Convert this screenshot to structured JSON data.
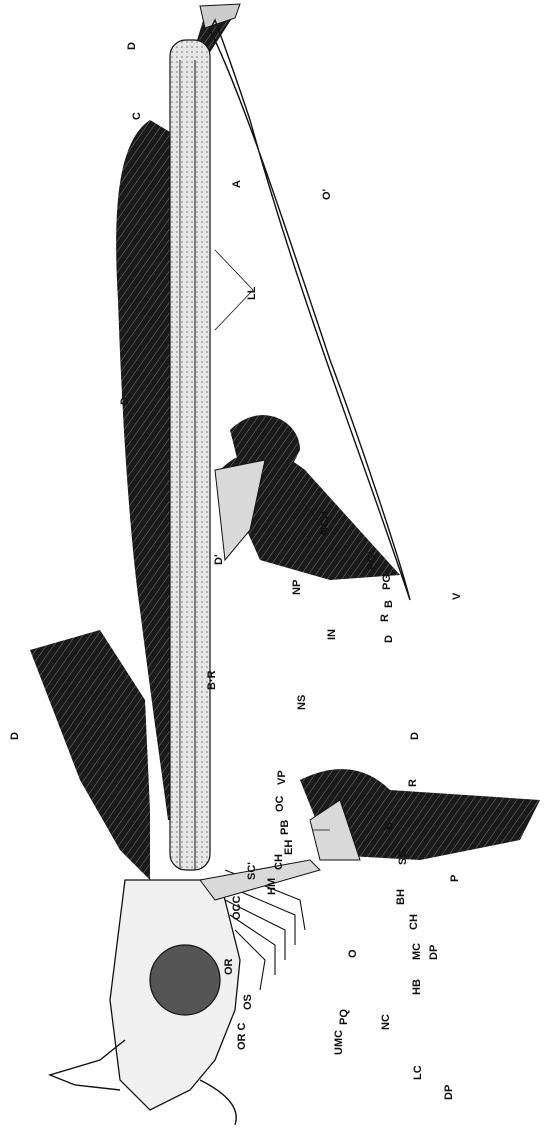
{
  "labels": {
    "D_top": "D",
    "C": "C",
    "A": "A",
    "O_prime": "O'",
    "LL": "LL",
    "D_mid": "D",
    "D_prime": "D'",
    "BR": "B·R",
    "D_left": "D",
    "PG_prime": "PG'",
    "PG": "PG",
    "B_pelvic": "B",
    "R_pelvic": "R",
    "D_pelvic": "D",
    "V": "V",
    "NCH": "NCH",
    "NP": "NP",
    "IN": "IN",
    "NS": "NS",
    "VP": "VP",
    "OC": "OC",
    "PB": "PB",
    "EH": "EH",
    "CH_upper": "CH",
    "HM": "HM",
    "SC_prime": "SC'",
    "OCC": "OCC",
    "OR": "OR",
    "OS": "OS",
    "OR_C": "OR C",
    "UMC": "UMC",
    "NC": "NC",
    "LC": "LC",
    "DP_lower": "DP",
    "PQ": "PQ",
    "DP": "DP",
    "MC": "MC",
    "HB": "HB",
    "CH_lower": "CH",
    "O": "O",
    "BH": "BH",
    "SG": "SG",
    "B_pectoral": "B",
    "R_pectoral": "R",
    "D_pectoral": "D",
    "P": "P"
  },
  "colors": {
    "ink": "#111111",
    "fin": "#1a1a1a",
    "paper": "#ffffff",
    "cartilage": "#d9d9d9"
  }
}
